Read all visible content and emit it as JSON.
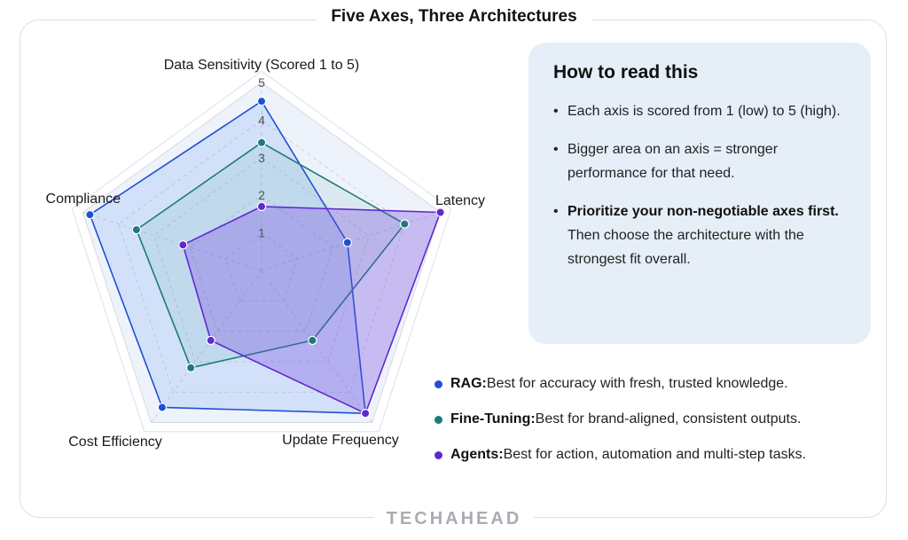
{
  "page": {
    "title": "Five Axes, Three Architectures",
    "brand": "TECHAHEAD"
  },
  "chart_data": {
    "type": "radar",
    "title": "Five Axes, Three Architectures",
    "axes": [
      "Data Sensitivity (Scored 1 to 5)",
      "Latency",
      "Update Frequency",
      "Cost Efficiency",
      "Compliance"
    ],
    "range": [
      0,
      5
    ],
    "ticks": [
      "1",
      "2",
      "3",
      "4",
      "5"
    ],
    "series": [
      {
        "name": "RAG",
        "values": [
          4.5,
          2.4,
          4.7,
          4.5,
          4.8
        ],
        "color": "#1f4fd6",
        "fill": "rgba(66, 133, 244, 0.16)"
      },
      {
        "name": "Fine-Tuning",
        "values": [
          3.4,
          4.0,
          2.3,
          3.2,
          3.5
        ],
        "color": "#1d7a7a",
        "fill": "rgba(45, 150, 140, 0.10)"
      },
      {
        "name": "Agents",
        "values": [
          1.7,
          5.0,
          4.7,
          2.3,
          2.2
        ],
        "color": "#6228cf",
        "fill": "rgba(118, 70, 220, 0.32)"
      }
    ]
  },
  "info": {
    "heading": "How to read this",
    "bullet1": "Each axis is scored from 1 (low) to 5 (high).",
    "bullet2": "Bigger area on an axis = stronger performance for that need.",
    "bullet3_bold": "Prioritize your non-negotiable axes first.",
    "bullet3_rest": " Then choose the architecture with the strongest fit overall."
  },
  "legend": [
    {
      "label": "RAG:",
      "desc": " Best for accuracy with fresh, trusted knowledge.",
      "color": "#1f4fd6"
    },
    {
      "label": "Fine-Tuning:",
      "desc": " Best for brand-aligned, consistent outputs.",
      "color": "#1d7a7a"
    },
    {
      "label": "Agents:",
      "desc": " Best for action, automation and multi-step tasks.",
      "color": "#6228cf"
    }
  ]
}
